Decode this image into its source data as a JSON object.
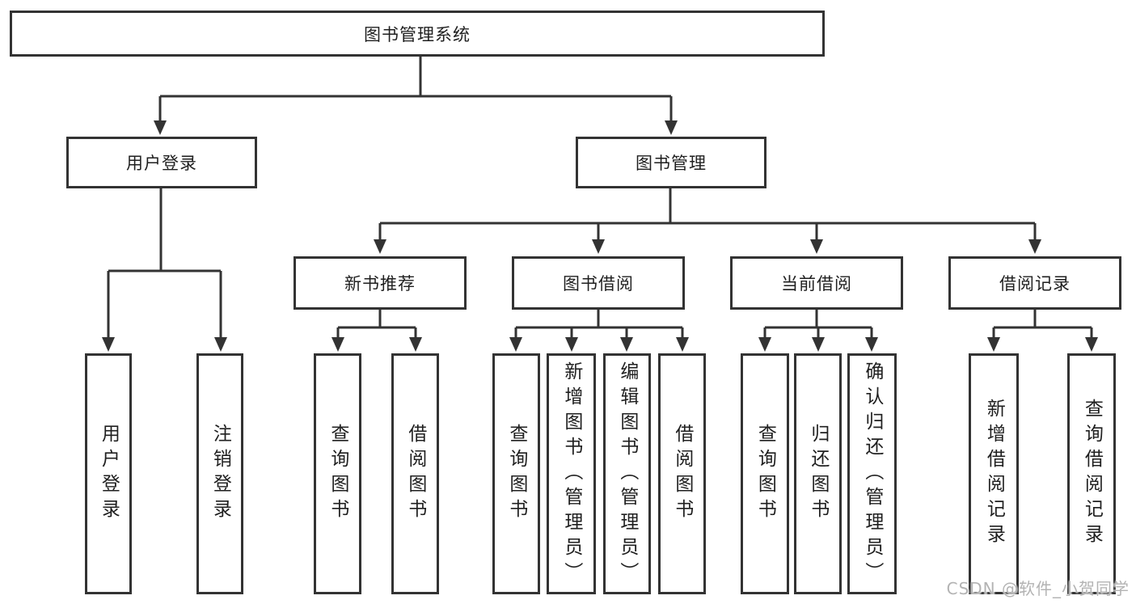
{
  "colors": {
    "line": "#333333",
    "box_border": "#333333",
    "text": "#1f1f1f",
    "watermark": "#b3b3b3",
    "background": "#ffffff"
  },
  "diagram": {
    "title": "图书管理系统",
    "branches": [
      {
        "label": "用户登录",
        "children": [
          {
            "label": "用户登录"
          },
          {
            "label": "注销登录"
          }
        ]
      },
      {
        "label": "图书管理",
        "children": [
          {
            "label": "新书推荐",
            "children": [
              {
                "label": "查询图书"
              },
              {
                "label": "借阅图书"
              }
            ]
          },
          {
            "label": "图书借阅",
            "children": [
              {
                "label": "查询图书"
              },
              {
                "label": "新增图书（管理员）"
              },
              {
                "label": "编辑图书（管理员）"
              },
              {
                "label": "借阅图书"
              }
            ]
          },
          {
            "label": "当前借阅",
            "children": [
              {
                "label": "查询图书"
              },
              {
                "label": "归还图书"
              },
              {
                "label": "确认归还（管理员）"
              }
            ]
          },
          {
            "label": "借阅记录",
            "children": [
              {
                "label": "新增借阅记录"
              },
              {
                "label": "查询借阅记录"
              }
            ]
          }
        ]
      }
    ]
  },
  "watermark": "CSDN @软件_小贺同学"
}
